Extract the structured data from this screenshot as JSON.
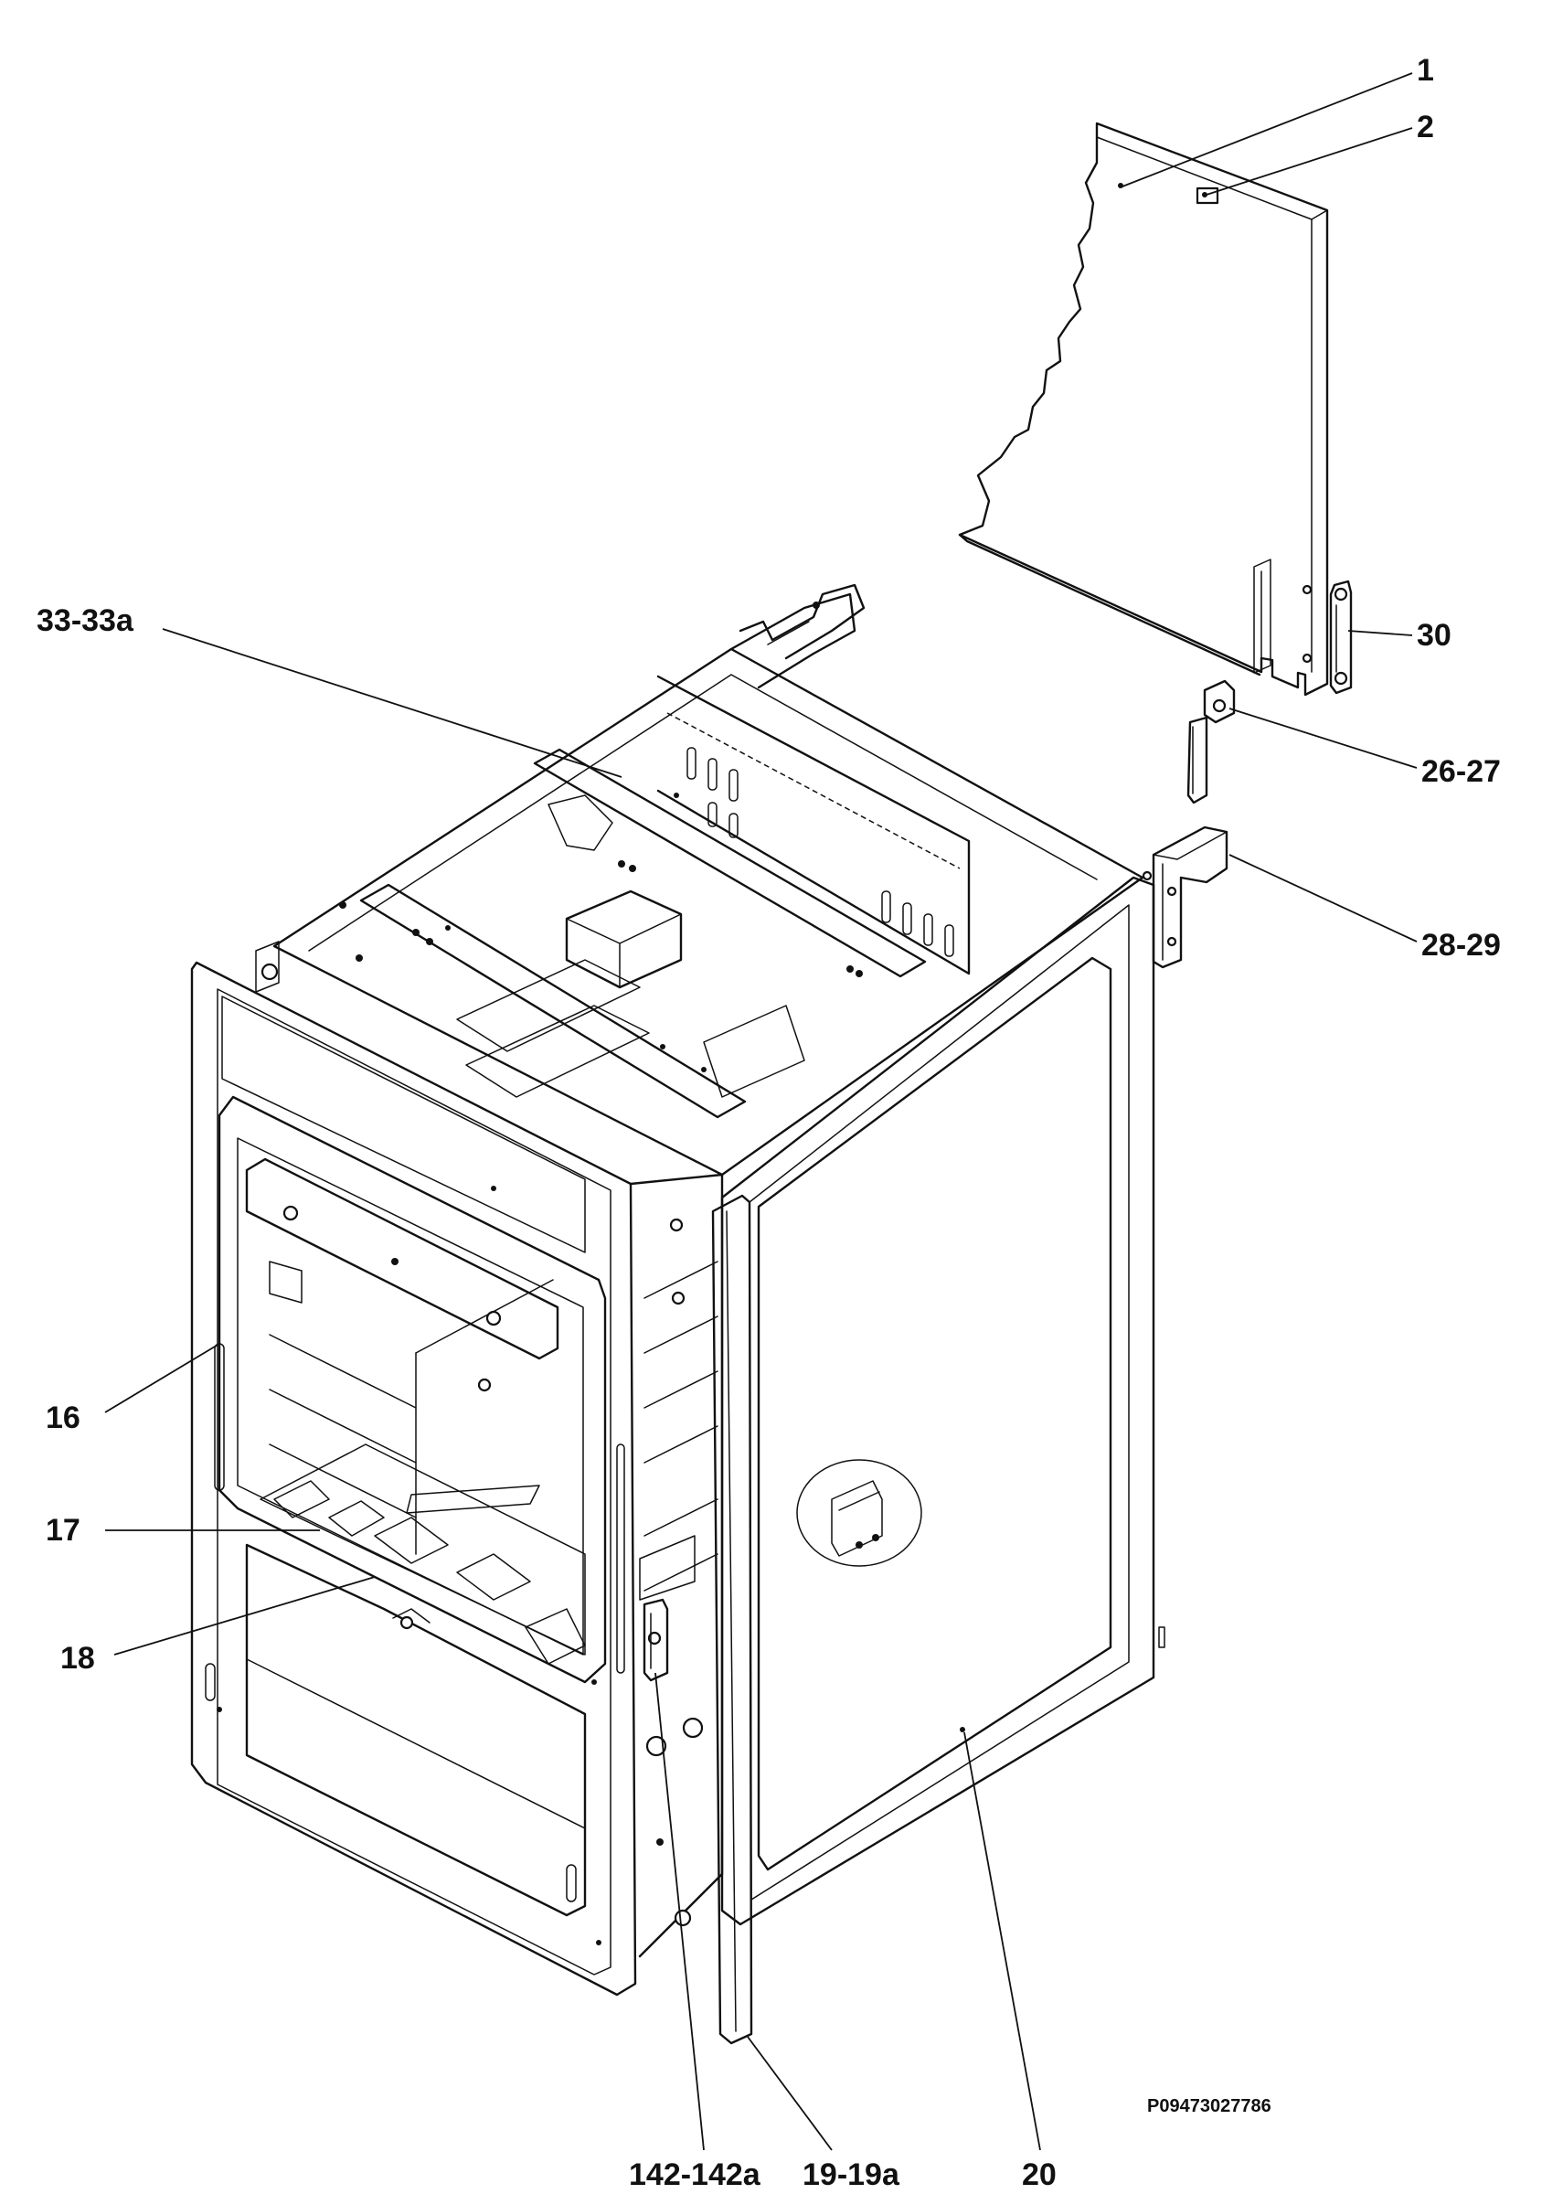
{
  "diagram": {
    "drawing_code": "P09473027786",
    "callouts": [
      {
        "id": "c1",
        "label": "1"
      },
      {
        "id": "c2",
        "label": "2"
      },
      {
        "id": "c30",
        "label": "30"
      },
      {
        "id": "c2627",
        "label": "26-27"
      },
      {
        "id": "c2829",
        "label": "28-29"
      },
      {
        "id": "c33",
        "label": "33-33a"
      },
      {
        "id": "c16",
        "label": "16"
      },
      {
        "id": "c17",
        "label": "17"
      },
      {
        "id": "c18",
        "label": "18"
      },
      {
        "id": "c142",
        "label": "142-142a"
      },
      {
        "id": "c19",
        "label": "19-19a"
      },
      {
        "id": "c20",
        "label": "20"
      }
    ]
  }
}
